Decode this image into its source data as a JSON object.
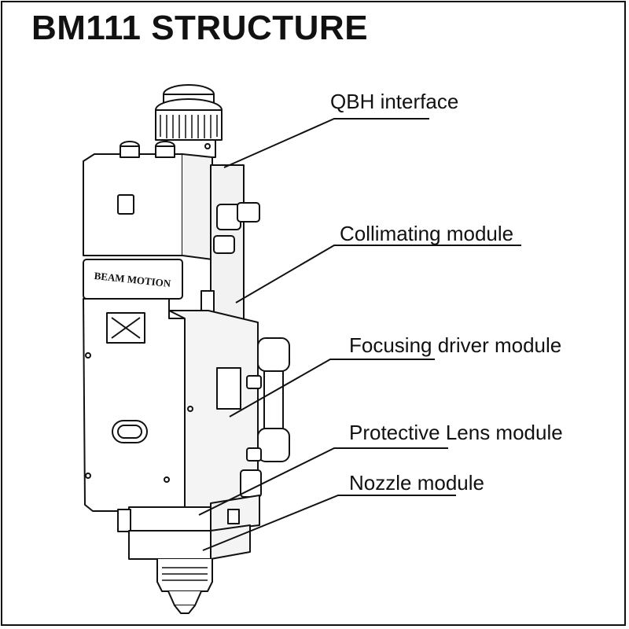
{
  "title": "BM111 STRUCTURE",
  "brand_plate": "BEAM MOTION",
  "callouts": [
    {
      "id": "qbh",
      "label": "QBH interface"
    },
    {
      "id": "collimating",
      "label": "Collimating module"
    },
    {
      "id": "focusing",
      "label": "Focusing driver module"
    },
    {
      "id": "protective",
      "label": "Protective Lens module"
    },
    {
      "id": "nozzle",
      "label": "Nozzle module"
    }
  ],
  "colors": {
    "line": "#111111",
    "background": "#ffffff",
    "shade": "#e8e8e8"
  }
}
